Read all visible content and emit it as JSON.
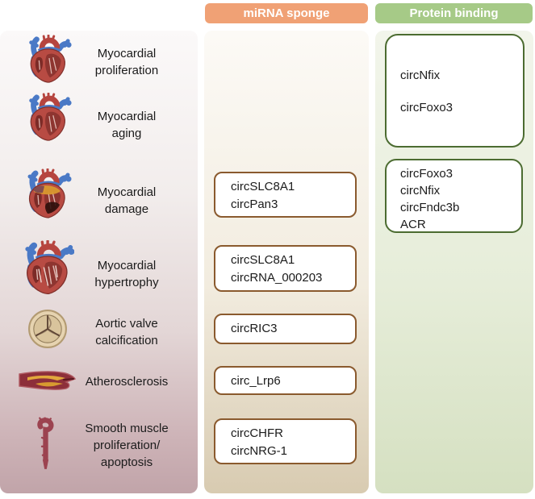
{
  "columns": {
    "mirna": {
      "header": "miRNA sponge",
      "header_color": "#f0a175",
      "panel_tint": "#d8cbb1",
      "box_border": "#8a5a2e"
    },
    "protein": {
      "header": "Protein binding",
      "header_color": "#a6ca87",
      "panel_tint": "#d5e0c1",
      "box_border": "#4c6c31"
    }
  },
  "conditions": [
    {
      "label": "Myocardial\nproliferation",
      "icon": "heart-icon"
    },
    {
      "label": "Myocardial\naging",
      "icon": "heart-icon"
    },
    {
      "label": "Myocardial\ndamage",
      "icon": "damaged-heart-icon"
    },
    {
      "label": "Myocardial\nhypertrophy",
      "icon": "enlarged-heart-icon"
    },
    {
      "label": "Aortic valve\ncalcification",
      "icon": "aortic-valve-icon"
    },
    {
      "label": "Atherosclerosis",
      "icon": "atherosclerosis-artery-icon"
    },
    {
      "label": "Smooth muscle\nproliferation/\napoptosis",
      "icon": "aorta-vessel-icon"
    }
  ],
  "mirna_boxes": [
    {
      "condition": "Myocardial damage",
      "entries": "circSLC8A1\ncircPan3"
    },
    {
      "condition": "Myocardial hypertrophy",
      "entries": "circSLC8A1\ncircRNA_000203"
    },
    {
      "condition": "Aortic valve calcification",
      "entries": "circRIC3"
    },
    {
      "condition": "Atherosclerosis",
      "entries": "circ_Lrp6"
    },
    {
      "condition": "Smooth muscle proliferation/apoptosis",
      "entries": "circCHFR\ncircNRG-1"
    }
  ],
  "protein_boxes": [
    {
      "condition": "Myocardial proliferation / aging",
      "entries": "circNfix\n\ncircFoxo3"
    },
    {
      "condition": "Myocardial damage",
      "entries": "circFoxo3\ncircNfix\ncircFndc3b\nACR"
    }
  ]
}
